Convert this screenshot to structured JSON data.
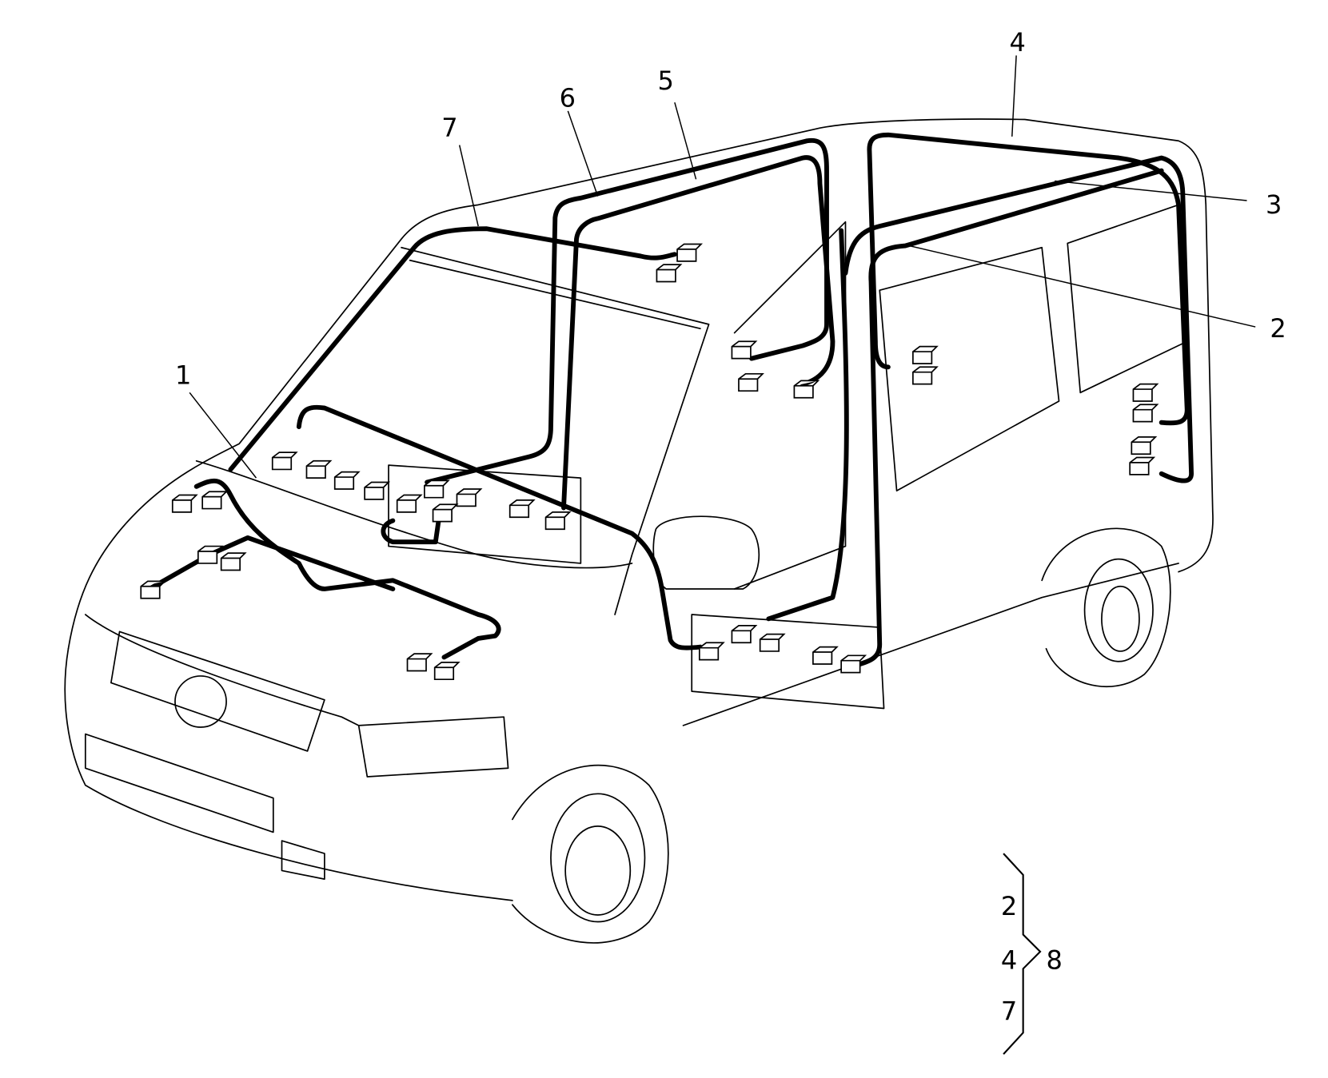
{
  "figure": {
    "subject": "Van wiring harness layout",
    "callouts": [
      {
        "id": "1",
        "text": "1"
      },
      {
        "id": "2",
        "text": "2"
      },
      {
        "id": "3",
        "text": "3"
      },
      {
        "id": "4",
        "text": "4"
      },
      {
        "id": "5",
        "text": "5"
      },
      {
        "id": "6",
        "text": "6"
      },
      {
        "id": "7",
        "text": "7"
      }
    ],
    "group": {
      "members": [
        "2",
        "4",
        "7"
      ],
      "result": "8"
    }
  }
}
